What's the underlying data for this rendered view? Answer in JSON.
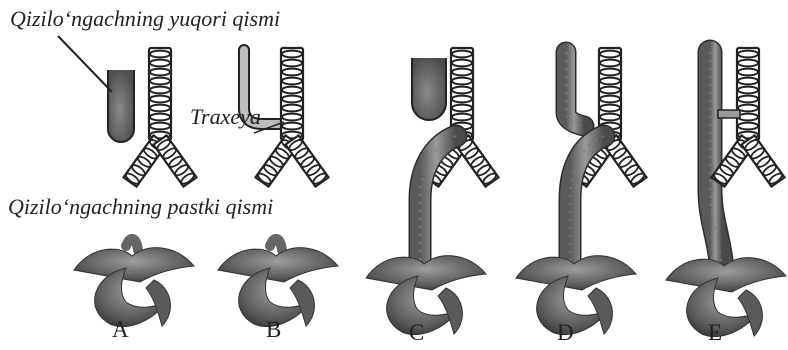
{
  "labels": {
    "upper_esophagus": "Qizilo‘ngachning yuqori qismi",
    "trachea": "Traxeya",
    "lower_esophagus": "Qizilo‘ngachning pastki qismi"
  },
  "panels": [
    {
      "letter": "A"
    },
    {
      "letter": "B"
    },
    {
      "letter": "C"
    },
    {
      "letter": "D"
    },
    {
      "letter": "E"
    }
  ],
  "colors": {
    "tissue_dark": "#3a3a3a",
    "tissue_mid": "#6e6e6e",
    "tissue_light": "#a8a8a8",
    "outline": "#222222"
  }
}
